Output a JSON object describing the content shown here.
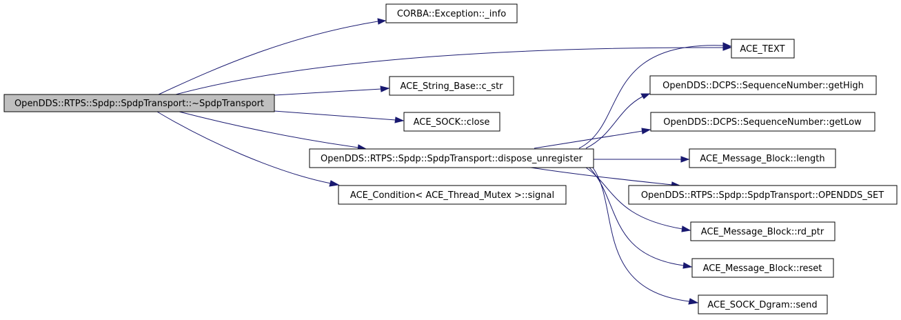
{
  "graph": {
    "colors": {
      "edge": "#191970",
      "root_fill": "#bfbfbf",
      "node_fill": "#ffffff",
      "border": "#000000"
    },
    "nodes": {
      "root": "OpenDDS::RTPS::Spdp::SpdpTransport::~SpdpTransport",
      "corba_info": "CORBA::Exception::_info",
      "ace_text": "ACE_TEXT",
      "c_str": "ACE_String_Base::c_str",
      "sock_close": "ACE_SOCK::close",
      "dispose_unregister": "OpenDDS::RTPS::Spdp::SpdpTransport::dispose_unregister",
      "signal": "ACE_Condition< ACE_Thread_Mutex >::signal",
      "get_high": "OpenDDS::DCPS::SequenceNumber::getHigh",
      "get_low": "OpenDDS::DCPS::SequenceNumber::getLow",
      "mb_length": "ACE_Message_Block::length",
      "opendds_set": "OpenDDS::RTPS::Spdp::SpdpTransport::OPENDDS_SET",
      "mb_rd_ptr": "ACE_Message_Block::rd_ptr",
      "mb_reset": "ACE_Message_Block::reset",
      "dgram_send": "ACE_SOCK_Dgram::send"
    }
  }
}
